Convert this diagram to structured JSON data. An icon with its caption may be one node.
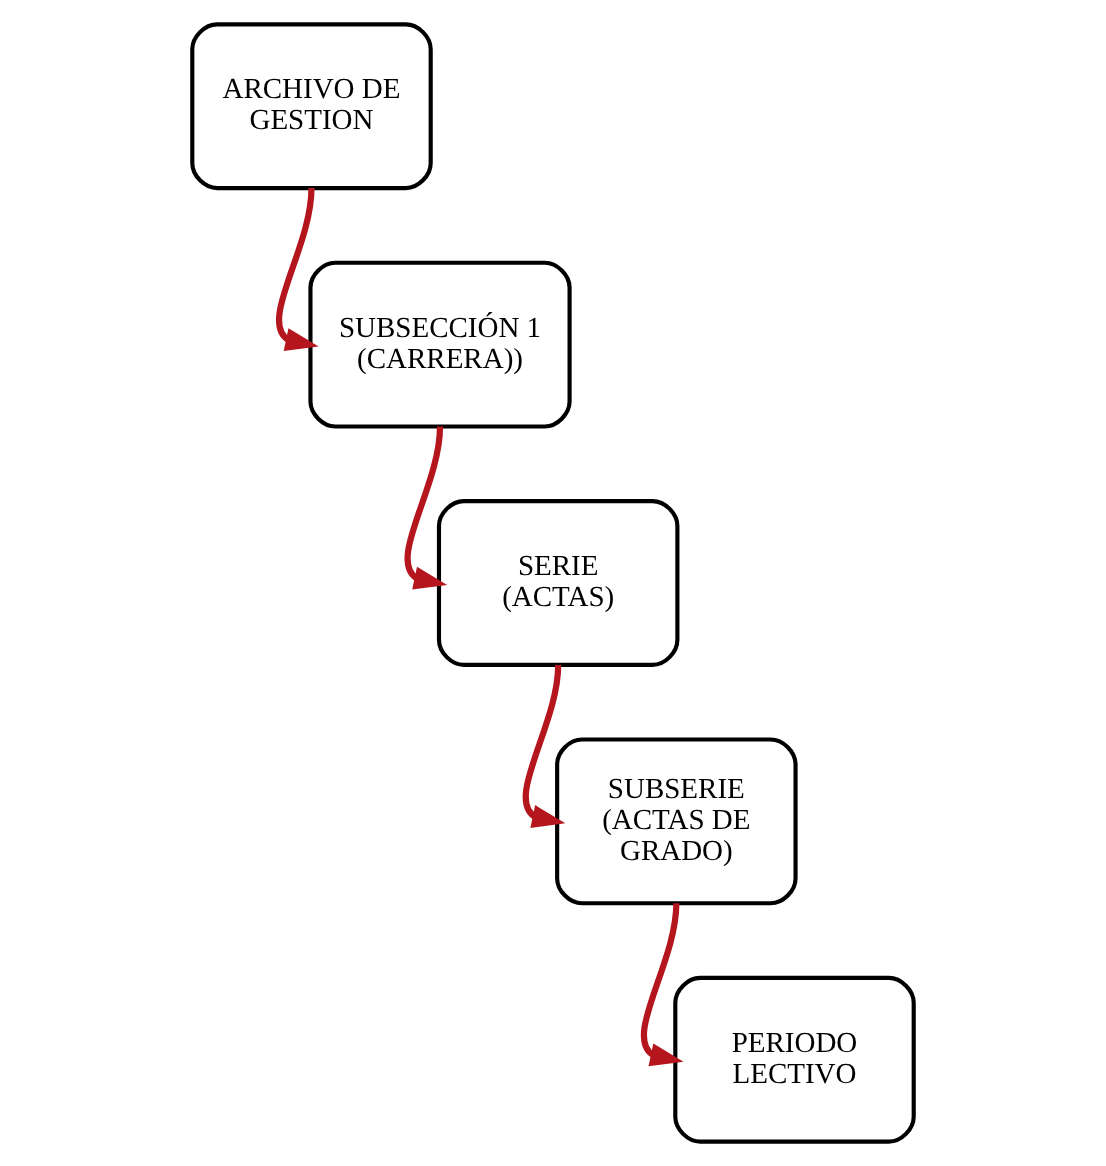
{
  "diagram": {
    "nodes": [
      {
        "text": [
          "ARCHIVO DE GESTION"
        ]
      },
      {
        "text": [
          "SUBSECCIÓN 1 (CARRERA))"
        ]
      },
      {
        "text": [
          "SERIE (ACTAS)"
        ]
      },
      {
        "text": [
          "SUBSERIE (ACTAS DE GRADO)"
        ]
      },
      {
        "text": [
          "PERIODO LECTIVO"
        ]
      }
    ],
    "edges": [
      {
        "from": 0,
        "to": 1,
        "arrow": "to"
      },
      {
        "from": 1,
        "to": 2,
        "arrow": "to"
      },
      {
        "from": 2,
        "to": 3,
        "arrow": "to"
      },
      {
        "from": 3,
        "to": 4,
        "arrow": "to"
      }
    ]
  }
}
